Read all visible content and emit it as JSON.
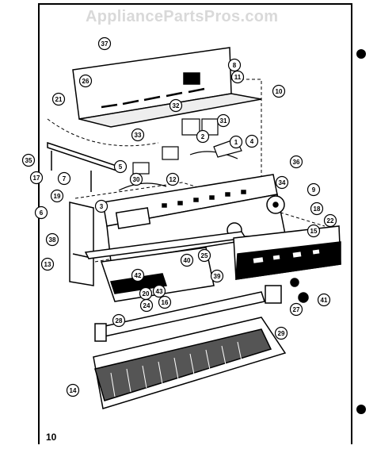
{
  "watermark": "AppliancePartsPros.com",
  "page_number": "10",
  "callouts": [
    "37",
    "8",
    "11",
    "26",
    "10",
    "21",
    "32",
    "31",
    "33",
    "2",
    "1",
    "4",
    "35",
    "5",
    "36",
    "17",
    "7",
    "34",
    "19",
    "30",
    "12",
    "9",
    "3",
    "18",
    "6",
    "22",
    "15",
    "38",
    "20",
    "40",
    "25",
    "13",
    "39",
    "42",
    "43",
    "24",
    "16",
    "27",
    "28",
    "41",
    "29",
    "14"
  ],
  "colors": {
    "ink": "#000000",
    "paper": "#ffffff",
    "watermark": "#d9d9d9"
  }
}
